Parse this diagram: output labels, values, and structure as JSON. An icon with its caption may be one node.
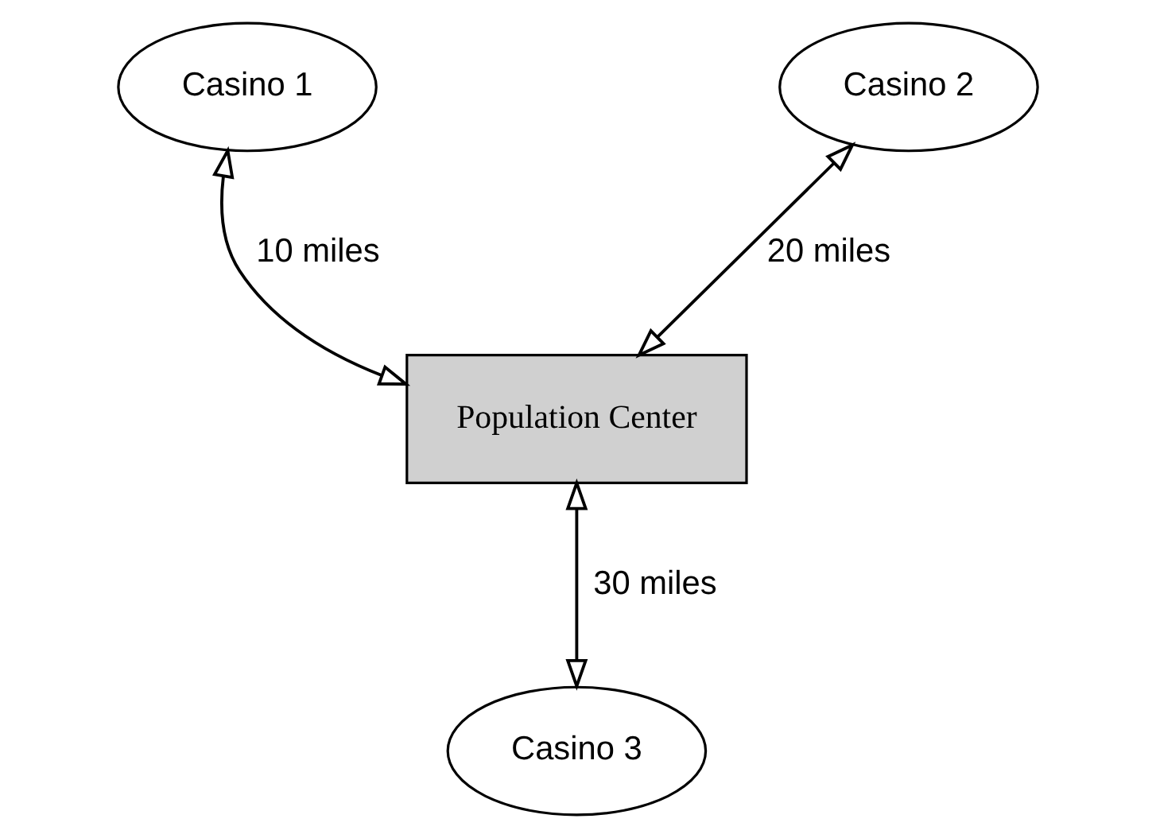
{
  "diagram": {
    "nodes": [
      {
        "text": [
          "Casino 1"
        ]
      },
      {
        "text": [
          "Casino 2"
        ]
      },
      {
        "text": [
          "Population Center"
        ]
      },
      {
        "text": [
          "Casino 3"
        ]
      }
    ],
    "edges": [
      {
        "from": 0,
        "to": 2,
        "arrow": "both",
        "label": "10 miles"
      },
      {
        "from": 1,
        "to": 2,
        "arrow": "both",
        "label": "20 miles"
      },
      {
        "from": 2,
        "to": 3,
        "arrow": "both",
        "label": "30 miles"
      }
    ]
  }
}
